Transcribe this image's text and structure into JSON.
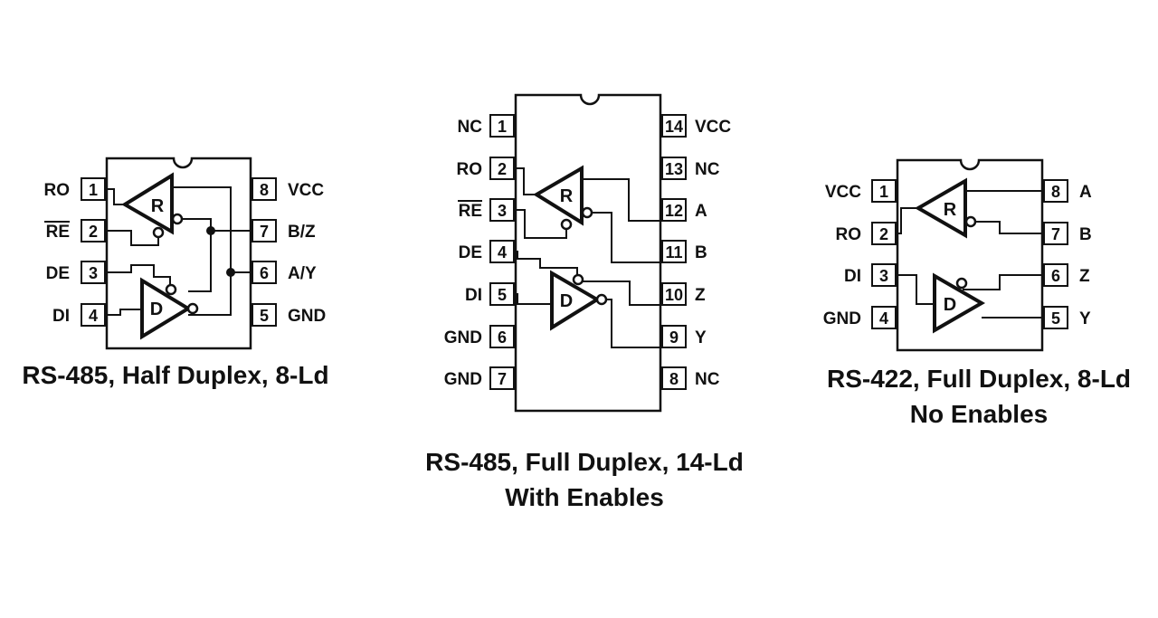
{
  "chips": [
    {
      "id": "half-duplex-8",
      "caption": [
        "RS-485, Half Duplex, 8-Ld"
      ],
      "receiver_label": "R",
      "driver_label": "D",
      "left_pins": [
        {
          "num": "1",
          "label": "RO"
        },
        {
          "num": "2",
          "label": "RE",
          "overbar": true
        },
        {
          "num": "3",
          "label": "DE"
        },
        {
          "num": "4",
          "label": "DI"
        }
      ],
      "right_pins": [
        {
          "num": "8",
          "label": "VCC"
        },
        {
          "num": "7",
          "label": "B/Z"
        },
        {
          "num": "6",
          "label": "A/Y"
        },
        {
          "num": "5",
          "label": "GND"
        }
      ]
    },
    {
      "id": "full-duplex-14",
      "caption": [
        "RS-485, Full Duplex, 14-Ld",
        "With Enables"
      ],
      "receiver_label": "R",
      "driver_label": "D",
      "left_pins": [
        {
          "num": "1",
          "label": "NC"
        },
        {
          "num": "2",
          "label": "RO"
        },
        {
          "num": "3",
          "label": "RE",
          "overbar": true
        },
        {
          "num": "4",
          "label": "DE"
        },
        {
          "num": "5",
          "label": "DI"
        },
        {
          "num": "6",
          "label": "GND"
        },
        {
          "num": "7",
          "label": "GND"
        }
      ],
      "right_pins": [
        {
          "num": "14",
          "label": "VCC"
        },
        {
          "num": "13",
          "label": "NC"
        },
        {
          "num": "12",
          "label": "A"
        },
        {
          "num": "11",
          "label": "B"
        },
        {
          "num": "10",
          "label": "Z"
        },
        {
          "num": "9",
          "label": "Y"
        },
        {
          "num": "8",
          "label": "NC"
        }
      ]
    },
    {
      "id": "full-duplex-8-rs422",
      "caption": [
        "RS-422, Full Duplex, 8-Ld",
        "No Enables"
      ],
      "receiver_label": "R",
      "driver_label": "D",
      "left_pins": [
        {
          "num": "1",
          "label": "VCC"
        },
        {
          "num": "2",
          "label": "RO"
        },
        {
          "num": "3",
          "label": "DI"
        },
        {
          "num": "4",
          "label": "GND"
        }
      ],
      "right_pins": [
        {
          "num": "8",
          "label": "A"
        },
        {
          "num": "7",
          "label": "B"
        },
        {
          "num": "6",
          "label": "Z"
        },
        {
          "num": "5",
          "label": "Y"
        }
      ]
    }
  ]
}
